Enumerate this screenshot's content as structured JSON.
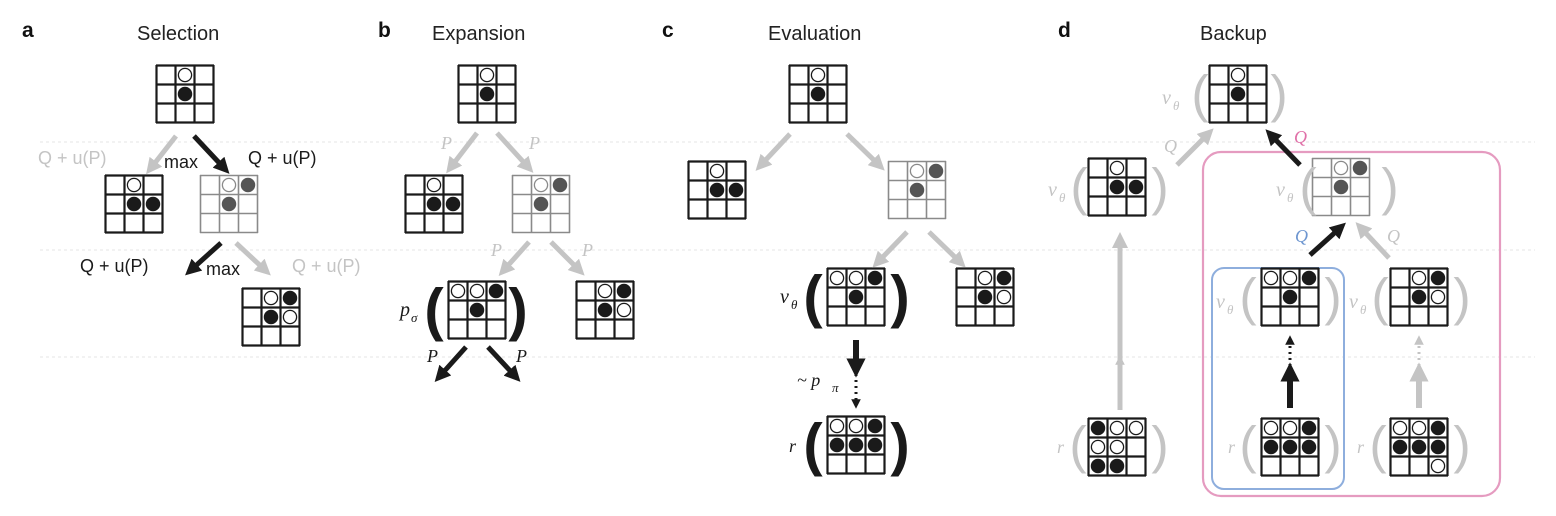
{
  "panels": [
    {
      "letter": "a",
      "title": "Selection"
    },
    {
      "letter": "b",
      "title": "Expansion"
    },
    {
      "letter": "c",
      "title": "Evaluation"
    },
    {
      "letter": "d",
      "title": "Backup"
    }
  ],
  "labels": {
    "q_plus_u": "Q + u(P)",
    "max": "max",
    "p": "P",
    "q": "Q",
    "p_sigma": "p",
    "sigma": "σ",
    "v_theta": "v",
    "theta": "θ",
    "rollout": "~ p",
    "pi": "π",
    "r": "r"
  },
  "colors": {
    "dark": "#1a1a1a",
    "light": "#c4c4c4",
    "new_node": "#8a8a8a",
    "pink_box": "#e59bc0",
    "pink_text": "#e070a8",
    "blue_box": "#8eaedd",
    "blue_text": "#6e96d0"
  }
}
